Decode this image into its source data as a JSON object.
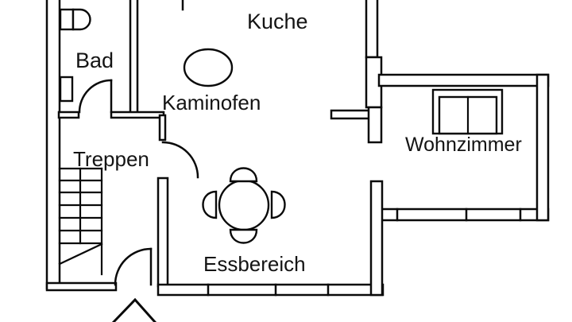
{
  "page": {
    "type": "floor-plan",
    "background_color": "#ffffff",
    "wall_color": "#0a0a0a",
    "text_color": "#141414"
  },
  "labels": {
    "kuche": "Kuche",
    "bad": "Bad",
    "kaminofen": "Kaminofen",
    "treppen": "Treppen",
    "wohnzimmer": "Wohnzimmer",
    "essbereich": "Essbereich"
  }
}
